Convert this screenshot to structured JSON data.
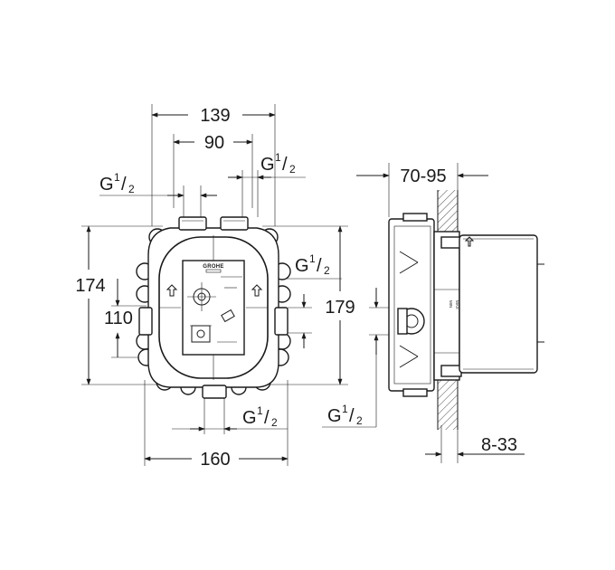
{
  "front_view": {
    "width_overall": "139",
    "port_spacing": "90",
    "height_overall": "174",
    "side_port_spacing": "110",
    "height_mount": "179",
    "base_width": "160",
    "thread_main": "G",
    "thread_fraction_num": "1",
    "thread_fraction_den": "2",
    "brand_logo": "GROHE"
  },
  "side_view": {
    "depth_range": "70-95",
    "wall_range": "8-33",
    "thread_main": "G",
    "thread_fraction_num": "1",
    "thread_fraction_den": "2",
    "max_label": "MAX",
    "min_label": "MIN"
  },
  "colors": {
    "line": "#1a1a1a",
    "background": "#ffffff"
  }
}
